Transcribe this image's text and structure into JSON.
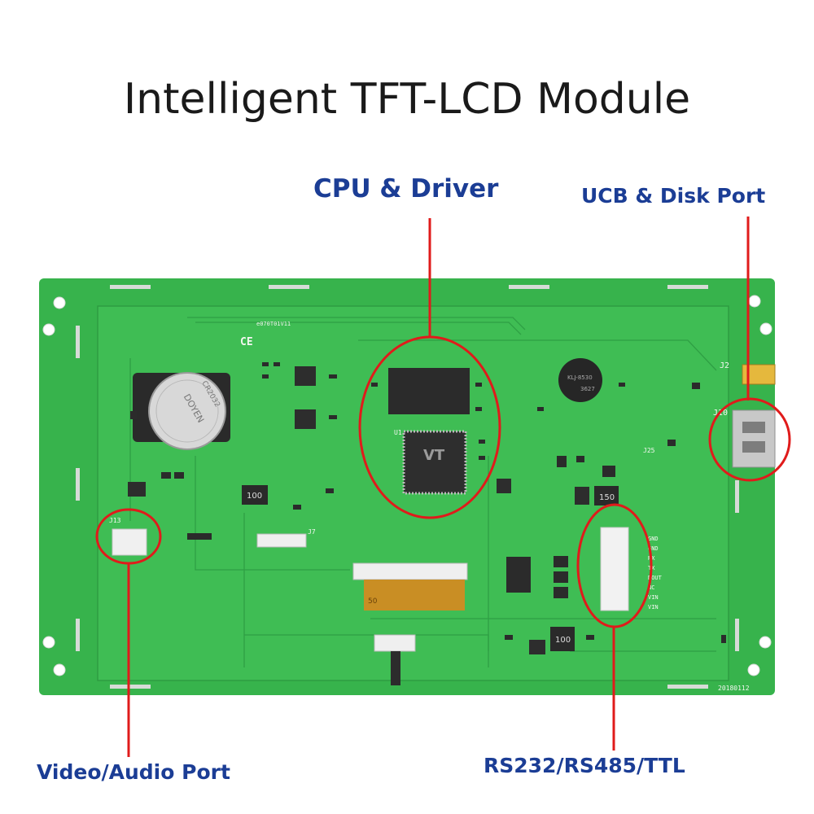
{
  "title": "Intelligent TFT-LCD Module",
  "callouts": {
    "cpu": "CPU & Driver",
    "ucb": "UCB & Disk Port",
    "video": "Video/Audio Port",
    "rs": "RS232/RS485/TTL"
  },
  "board": {
    "model_code": "e070T01V11",
    "date_code": "20180112",
    "battery_brand": "DOYEN",
    "battery_model": "CR2032",
    "chip_mark": "VT",
    "inductor_1": "100",
    "inductor_2": "150",
    "inductor_3": "100",
    "buzzer": "KLJ-8530",
    "buzzer_sub": "3627",
    "flex_mark": "50",
    "j2": "J2",
    "j10": "J10",
    "j13": "J13",
    "j7": "J7",
    "j25": "J25",
    "u1": "U1",
    "pins": [
      "GND",
      "GND",
      "RX",
      "TX",
      "DOUT",
      "NC",
      "VIN",
      "VIN"
    ]
  },
  "colors": {
    "pcb": "#37b34c",
    "pcb_inner": "#3fbd54",
    "callout_text": "#1b3d95",
    "callout_line": "#e01b1b"
  }
}
